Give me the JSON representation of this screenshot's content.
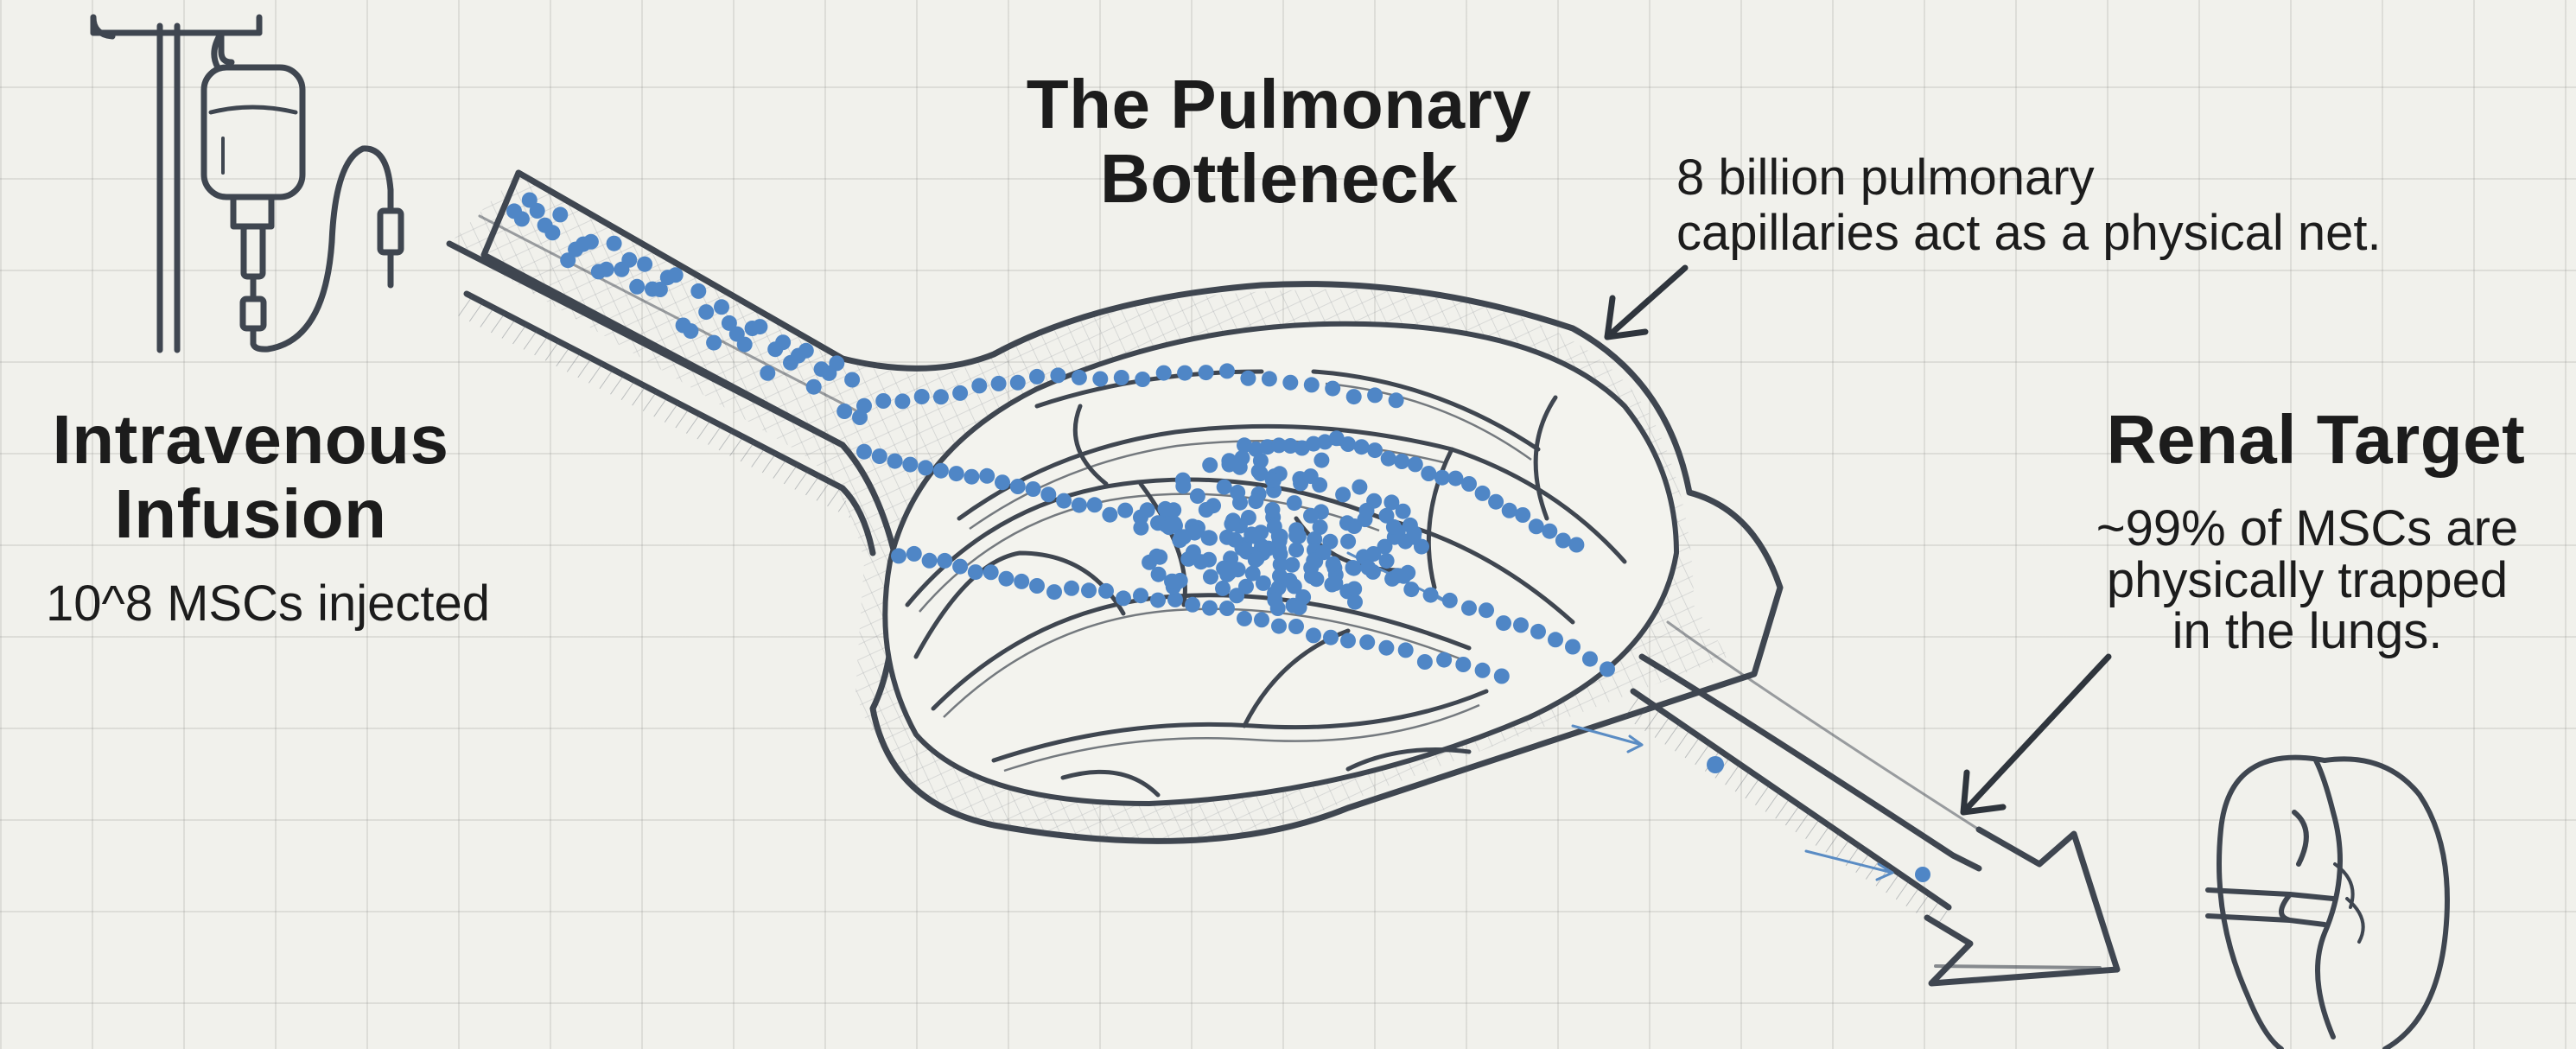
{
  "infusion": {
    "title_line1": "Intravenous",
    "title_line2": "Infusion",
    "detail": "10^8 MSCs injected"
  },
  "bottleneck": {
    "title_line1": "The Pulmonary",
    "title_line2": "Bottleneck",
    "note_line1": "8 billion pulmonary",
    "note_line2": "capillaries act as a physical net."
  },
  "renal": {
    "title": "Renal Target",
    "note_line1": "~99% of MSCs are",
    "note_line2": "physically trapped",
    "note_line3": "in the lungs."
  },
  "colors": {
    "ink": "#3f4650",
    "cell": "#4f86c6",
    "background": "#f1f1ec"
  },
  "icons": [
    "iv-bag-icon",
    "kidney-icon",
    "arrow-icon"
  ]
}
